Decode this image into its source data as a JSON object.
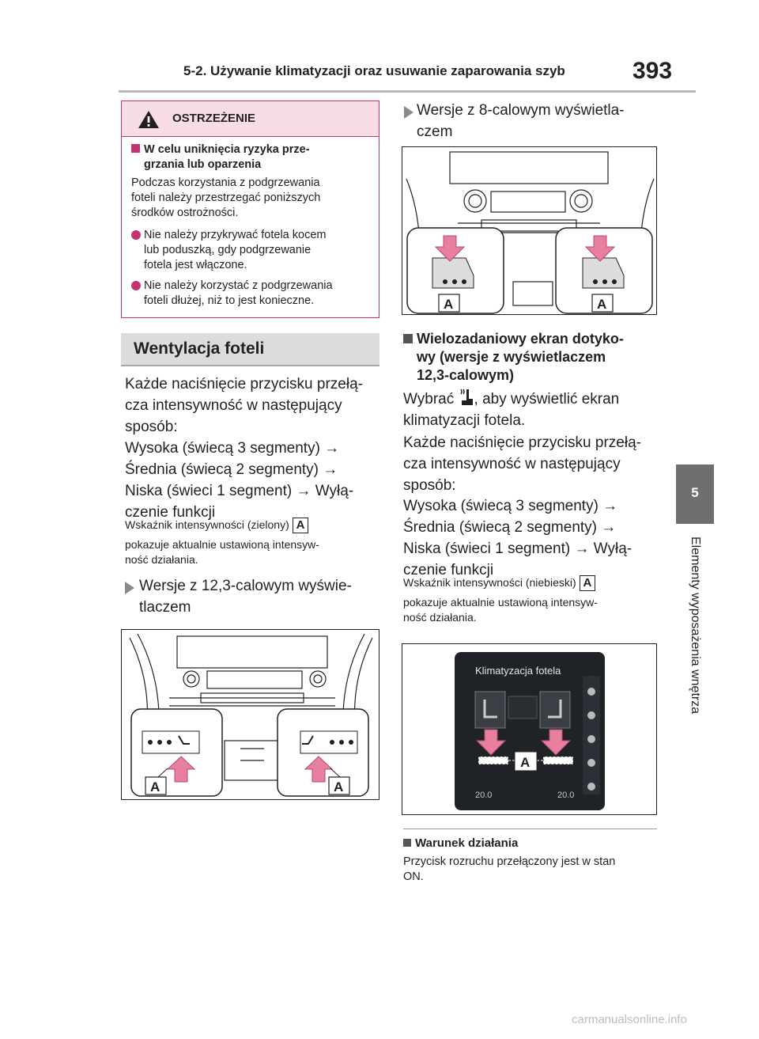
{
  "header": {
    "section": "5-2. Używanie klimatyzacji oraz usuwanie zaparowania szyb",
    "page_number": "393"
  },
  "side_tab": {
    "chapter_number": "5",
    "chapter_title": "Elementy wyposażenia wnętrza"
  },
  "warning": {
    "title": "OSTRZEŻENIE",
    "subtitle_line1": "W celu uniknięcia ryzyka prze-",
    "subtitle_line2": "grzania lub oparzenia",
    "body_line1": "Podczas korzystania z podgrzewania",
    "body_line2": "foteli należy przestrzegać poniższych",
    "body_line3": "środków ostrożności.",
    "bullet1_line1": "Nie należy przykrywać fotela kocem",
    "bullet1_line2": "lub poduszką, gdy podgrzewanie",
    "bullet1_line3": "fotela jest włączone.",
    "bullet2_line1": "Nie należy korzystać z podgrzewania",
    "bullet2_line2": "foteli dłużej, niż to jest konieczne."
  },
  "left": {
    "section_title": "Wentylacja foteli",
    "p1_line1": "Każde naciśnięcie przycisku przełą-",
    "p1_line2": "cza intensywność w następujący",
    "p1_line3": "sposób:",
    "p2_line1": "Wysoka (świecą 3 segmenty) →",
    "p2_line2": "Średnia (świecą 2 segmenty) →",
    "p2_line3": "Niska (świeci 1 segment) → Wyłą-",
    "p2_line4": "czenie funkcji",
    "note_line1": "Wskaźnik intensywności (zielony)",
    "note_label": "A",
    "note_line2": "pokazuje aktualnie ustawioną intensyw-",
    "note_line3": "ność działania.",
    "version_line1": "Wersje z 12,3-calowym wyświe-",
    "version_line2": "tlaczem",
    "figure_label": "A"
  },
  "right": {
    "version_line1": "Wersje z 8-calowym wyświetla-",
    "version_line2": "czem",
    "figure_label": "A",
    "sub_line1": "Wielozadaniowy ekran dotyko-",
    "sub_line2": "wy (wersje z wyświetlaczem",
    "sub_line3": "12,3-calowym)",
    "p0_before": "Wybrać",
    "p0_after": ", aby wyświetlić ekran",
    "p0_line2": "klimatyzacji fotela.",
    "p1_line1": "Każde naciśnięcie przycisku przełą-",
    "p1_line2": "cza intensywność w następujący",
    "p1_line3": "sposób:",
    "p2_line1": "Wysoka (świecą 3 segmenty) →",
    "p2_line2": "Średnia (świecą 2 segmenty) →",
    "p2_line3": "Niska (świeci 1 segment) → Wyłą-",
    "p2_line4": "czenie funkcji",
    "note_line1": "Wskaźnik intensywności (niebieski)",
    "note_label": "A",
    "note_line2": "pokazuje aktualnie ustawioną intensyw-",
    "note_line3": "ność działania.",
    "screen_title": "Klimatyzacja fotela",
    "screen_temp_left": "20.0",
    "screen_temp_right": "20.0",
    "cond_title": "Warunek działania",
    "cond_line1": "Przycisk rozruchu przełączony jest w stan",
    "cond_line2": "ON."
  },
  "watermark": "carmanualsonline.info",
  "colors": {
    "warning_accent": "#c7336e",
    "warning_bg": "#f8dce6",
    "arrow_pink": "#e87f9f"
  }
}
